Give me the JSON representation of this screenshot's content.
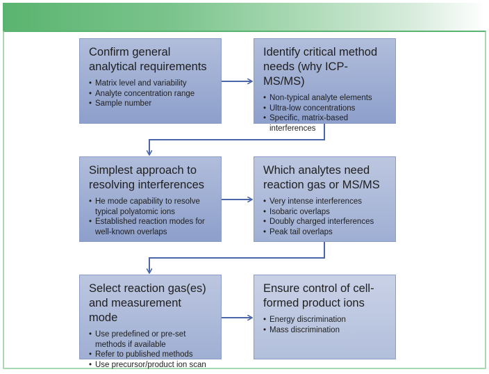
{
  "colors": {
    "header_start": "#5ab46f",
    "frame_border": "#a6d9b1",
    "box_fill": "#9fafd3",
    "connector": "#4a66a8"
  },
  "steps": [
    {
      "title": "Confirm general analytical requirements",
      "bullets": [
        "Matrix level and variability",
        "Analyte concentration range",
        "Sample number"
      ]
    },
    {
      "title": "Identify critical method needs (why ICP-MS/MS)",
      "bullets": [
        "Non-typical analyte elements",
        "Ultra-low concentrations",
        "Specific, matrix-based interferences"
      ]
    },
    {
      "title": "Simplest approach to resolving interferences",
      "bullets": [
        "He mode capability to resolve typical polyatomic ions",
        "Established reaction modes for well-known overlaps"
      ]
    },
    {
      "title": "Which analytes need reaction gas or MS/MS",
      "bullets": [
        "Very intense interferences",
        "Isobaric overlaps",
        "Doubly charged interferences",
        "Peak tail overlaps"
      ]
    },
    {
      "title": "Select reaction gas(es) and measurement mode",
      "bullets": [
        "Use predefined or pre-set methods if available",
        "Refer to published methods",
        "Use precursor/product ion scan"
      ]
    },
    {
      "title": "Ensure control of cell-formed product ions",
      "bullets": [
        "Energy discrimination",
        "Mass discrimination"
      ]
    }
  ]
}
